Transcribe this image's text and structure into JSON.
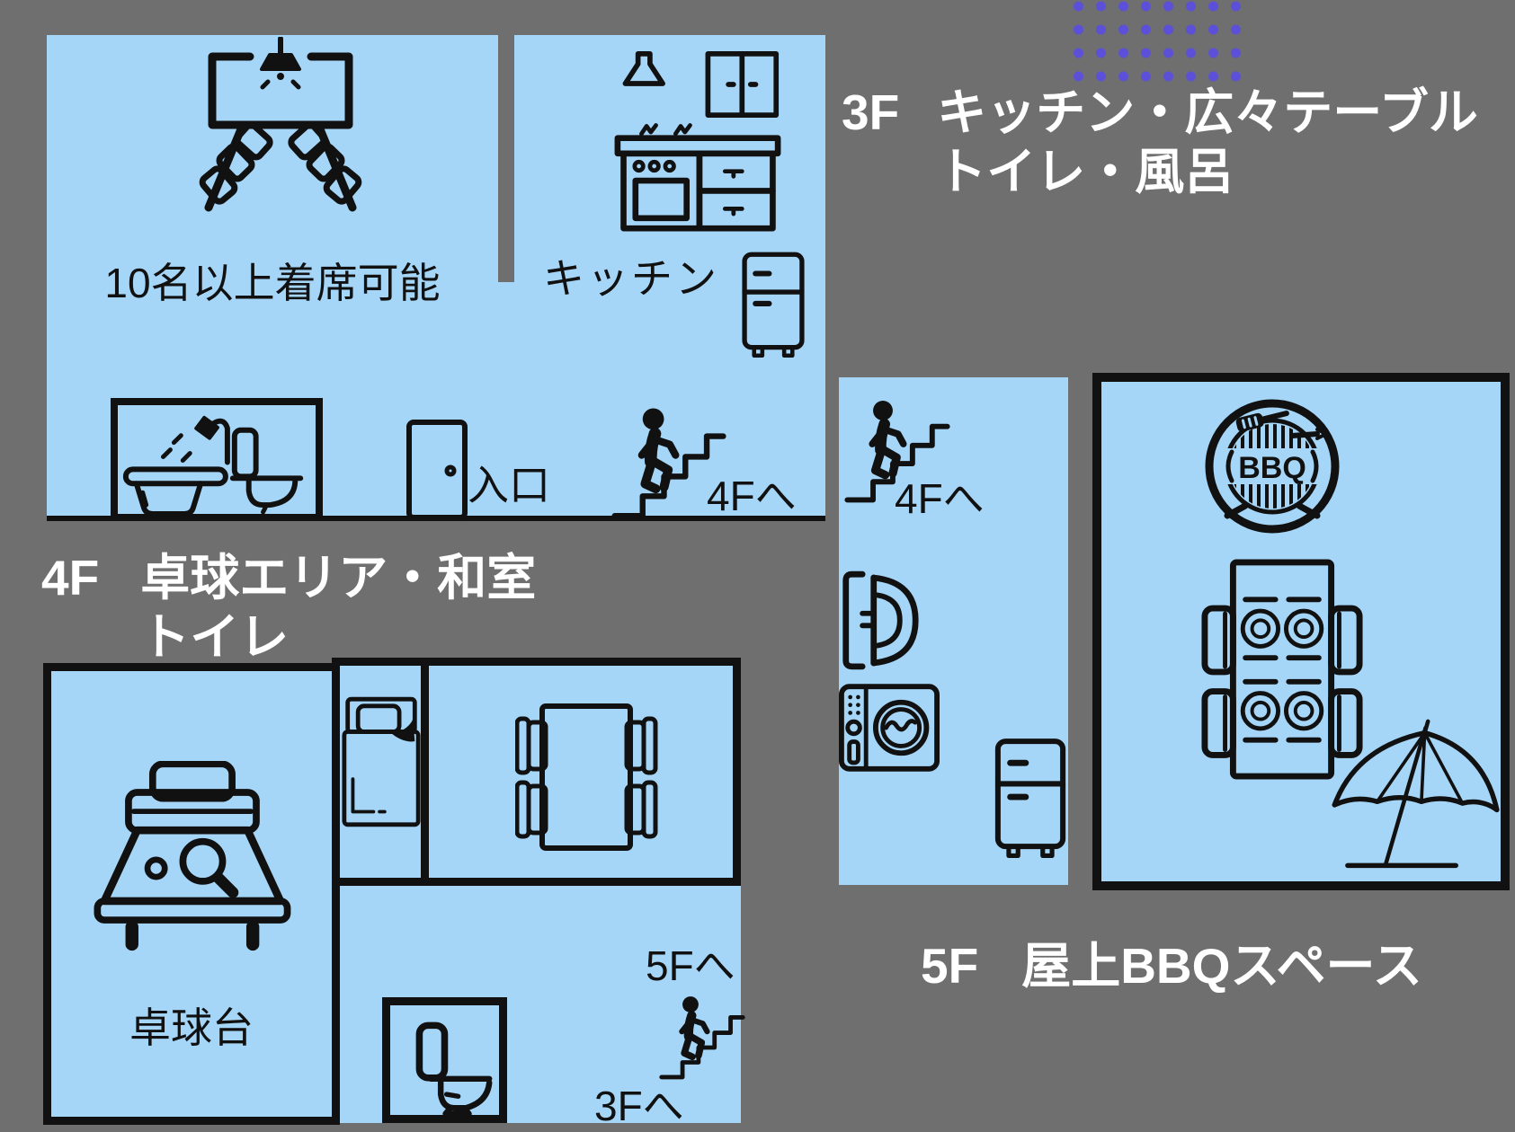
{
  "colors": {
    "background": "#6f6f6f",
    "floor_fill": "#a6d6f7",
    "line": "#111111",
    "dots_accent": "#5b50d7",
    "title_text": "#ffffff"
  },
  "floor3": {
    "floor_label": "3F",
    "title_line1": "キッチン・広々テーブル",
    "title_line2": "トイレ・風呂",
    "seating_label": "10名以上着席可能",
    "kitchen_label": "キッチン",
    "entrance_label": "入口",
    "stairs_up_label": "4Fへ"
  },
  "floor4": {
    "floor_label": "4F",
    "title_line1": "卓球エリア・和室",
    "title_line2": "トイレ",
    "table_tennis_label": "卓球台",
    "stairs_up_label": "5Fへ",
    "stairs_down_label": "3Fへ"
  },
  "floor5": {
    "floor_label": "5F",
    "title": "屋上BBQスペース",
    "stairs_down_label": "4Fへ",
    "bbq_logo_text": "BBQ"
  },
  "icons": {
    "floor3": [
      "dining-table-perspective-icon",
      "kitchen-unit-icon",
      "refrigerator-icon",
      "bathtub-toilet-icon",
      "door-icon",
      "stairs-person-icon"
    ],
    "floor4": [
      "table-tennis-icon",
      "bed-icon",
      "dining-table-top-icon",
      "toilet-icon",
      "stairs-person-icon"
    ],
    "floor5": [
      "stairs-person-icon",
      "shower-icon",
      "washing-machine-icon",
      "refrigerator-icon",
      "bbq-stamp-icon",
      "dining-table-plates-icon",
      "umbrella-icon"
    ]
  }
}
